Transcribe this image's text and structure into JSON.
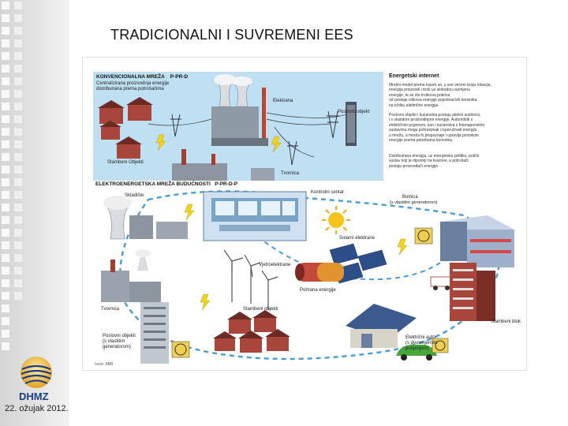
{
  "title": "TRADICIONALNI I SUVREMENI EES",
  "footer": {
    "date": "22. ožujak 2012.",
    "logo_text": "DHMZ"
  },
  "figure": {
    "top_heading": "KONVENCIONALNA MREŽA",
    "top_heading_code": "P-PR-D",
    "top_subtitle_1": "Centralizirana proizvodnja energije",
    "top_subtitle_2": "distribuirana prema potrošačima",
    "label_elektrana": "Elektrana",
    "label_poslovni": "Poslovni objekt",
    "label_stambeni_top": "Stambeni Objekti",
    "label_tvornica_top": "Tvornica",
    "right_heading": "Energetski internet",
    "right_para_1": [
      "Mrežni model prema kojem se, u sve većem broju lokacija,",
      "energija proizvodi i troši uz slobodnu razmjenu",
      "energije, te se dio troškova pokriva",
      "od prodaje viškova energije pojedinačnih korisnika",
      "na tržištu električne energije."
    ],
    "right_para_2": [
      "Poslovni objekti i kućanstva postaju aktivni sudionici,",
      "i s vlastitom proizvodnjom energije. Automobili s",
      "električnim pogonom, kao i kućanstva s fotonaponskim",
      "sustavima mogu pohranjivati i isporučivati energiju",
      "u mrežu, a mreža ih prepoznaje i upravlja protokom",
      "energije prema potrebama korisnika."
    ],
    "right_para_3": [
      "Distribuirana energija, uz energetsku politiku, potiče",
      "sustav koji je otporniji na kvarove, a potrošači",
      "postaju proizvođači energije."
    ],
    "bottom_heading": "ELEKTROENERGETSKA MREŽA BUDUĆNOSTI",
    "bottom_heading_code": "P-PR-D-P",
    "label_skladiste": "Skladište",
    "label_kontrolni_centar": "Kontrolni centar",
    "label_bolnica": "Bolnica",
    "label_bolnica_sub": "(s vlastitim generatorom)",
    "label_sunce": "Sunce",
    "label_solarni": "Solarni elektrane",
    "label_vjetroelektrane": "Vjetroelektrane",
    "label_pohrana": "Pohrana energije",
    "label_tvornica_bottom": "Tvornica",
    "label_stambeni_bottom": "Stambeni objekti",
    "label_stambeni_blok": "Stambeni blok",
    "label_poslovni_bottom_1": "Poslovni objekti",
    "label_poslovni_bottom_2": "(s vlastitim",
    "label_poslovni_bottom_3": "generatorom)",
    "label_elektricni_auto_1": "Električni auto",
    "label_elektricni_auto_2": "(s dvosmjernim",
    "label_elektricni_auto_3": "punjenjem)",
    "source": "Izvor: ABB"
  }
}
